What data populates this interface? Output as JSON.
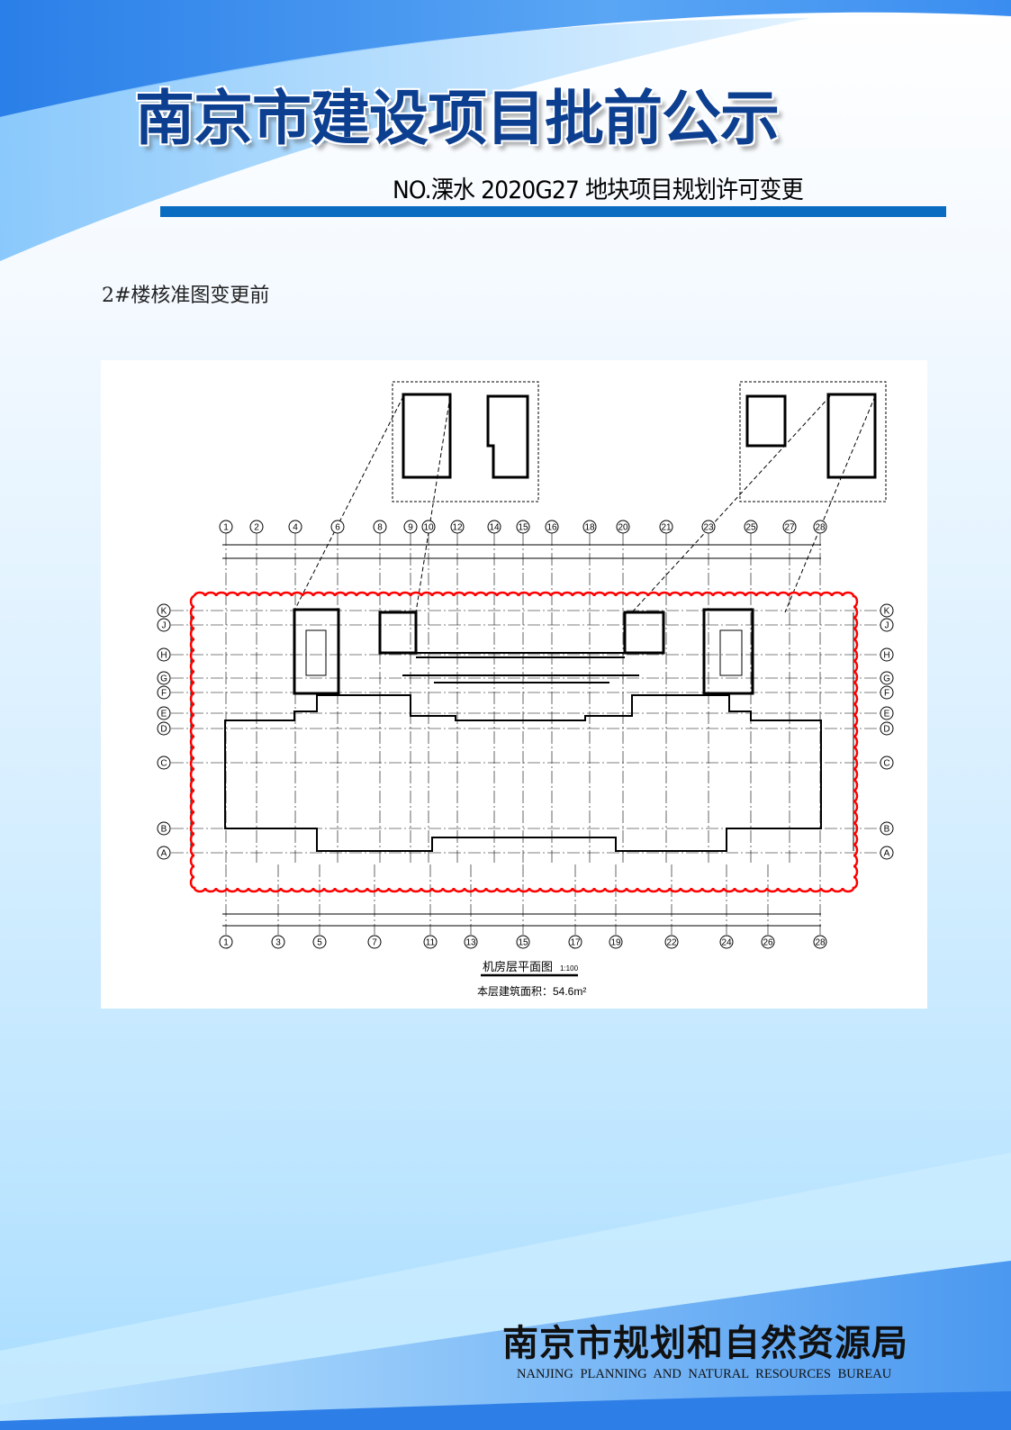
{
  "header": {
    "title": "南京市建设项目批前公示",
    "subtitle": "NO.溧水 2020G27 地块项目规划许可变更"
  },
  "caption": "2#楼核准图变更前",
  "drawing": {
    "plan_title": "机房层平面图",
    "scale": "1:100",
    "area_label": "本层建筑面积：54.6m²",
    "top_axes": [
      "1",
      "2",
      "4",
      "6",
      "8",
      "9",
      "10",
      "12",
      "14",
      "15",
      "16",
      "18",
      "20",
      "21",
      "23",
      "25",
      "27",
      "28"
    ],
    "bottom_axes": [
      "1",
      "3",
      "5",
      "7",
      "11",
      "13",
      "15",
      "17",
      "19",
      "22",
      "24",
      "26",
      "28"
    ],
    "row_axes": [
      "K",
      "J",
      "H",
      "G",
      "F",
      "E",
      "D",
      "C",
      "B",
      "A"
    ],
    "revision_cloud_color": "#ff0000"
  },
  "footer": {
    "org": "南京市规划和自然资源局",
    "org_en": "NANJING PLANNING AND NATURAL RESOURCES BUREAU"
  }
}
